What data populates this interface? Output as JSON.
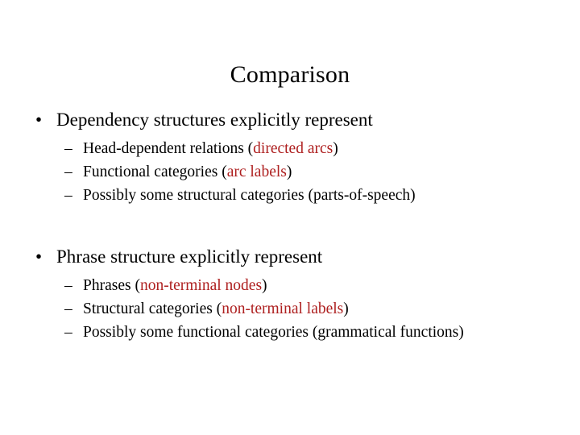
{
  "slide": {
    "title": "Comparison",
    "bullet_marker": "•",
    "dash_marker": "–",
    "accent_color": "#AE2020",
    "text_color": "#000000",
    "background_color": "#FFFFFF",
    "groups": [
      {
        "heading": "Dependency structures explicitly represent",
        "items": [
          {
            "pre": "Head-dependent relations (",
            "highlight": "directed arcs",
            "post": ")"
          },
          {
            "pre": "Functional categories (",
            "highlight": "arc labels",
            "post": ")"
          },
          {
            "pre": "Possibly some structural categories (parts-of-speech)",
            "highlight": "",
            "post": ""
          }
        ]
      },
      {
        "heading": "Phrase structure explicitly represent",
        "items": [
          {
            "pre": "Phrases (",
            "highlight": "non-terminal nodes",
            "post": ")"
          },
          {
            "pre": "Structural categories (",
            "highlight": "non-terminal labels",
            "post": ")"
          },
          {
            "pre": "Possibly some functional categories (grammatical functions)",
            "highlight": "",
            "post": ""
          }
        ]
      }
    ]
  }
}
